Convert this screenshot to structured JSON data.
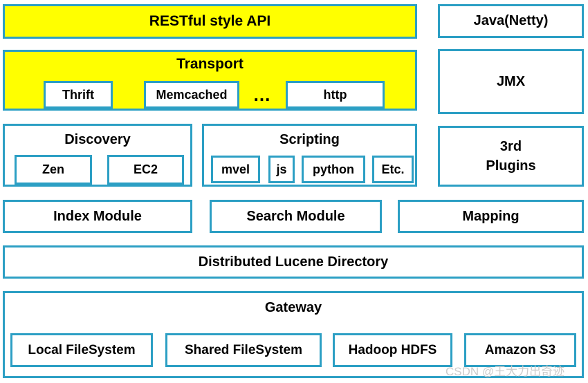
{
  "colors": {
    "border_teal": "#2C9FC4",
    "highlight_yellow": "#FFFF00",
    "box_white": "#FFFFFF",
    "text_black": "#000000",
    "watermark_gray": "#CCCCCC"
  },
  "layers": {
    "restful_api": {
      "label": "RESTful style API"
    },
    "java_netty": {
      "label": "Java(Netty)"
    },
    "transport": {
      "label": "Transport",
      "items": [
        "Thrift",
        "Memcached",
        "http"
      ],
      "ellipsis": "..."
    },
    "jmx": {
      "label": "JMX"
    },
    "discovery": {
      "label": "Discovery",
      "items": [
        "Zen",
        "EC2"
      ]
    },
    "scripting": {
      "label": "Scripting",
      "items": [
        "mvel",
        "js",
        "python",
        "Etc."
      ]
    },
    "third_party_plugins": {
      "label": "3rd\nPlugins"
    },
    "modules": {
      "items": [
        "Index Module",
        "Search Module",
        "Mapping"
      ]
    },
    "lucene": {
      "label": "Distributed Lucene Directory"
    },
    "gateway": {
      "label": "Gateway",
      "items": [
        "Local FileSystem",
        "Shared FileSystem",
        "Hadoop HDFS",
        "Amazon S3"
      ]
    }
  },
  "watermark": {
    "text": "CSDN @王大力出奇迹"
  }
}
